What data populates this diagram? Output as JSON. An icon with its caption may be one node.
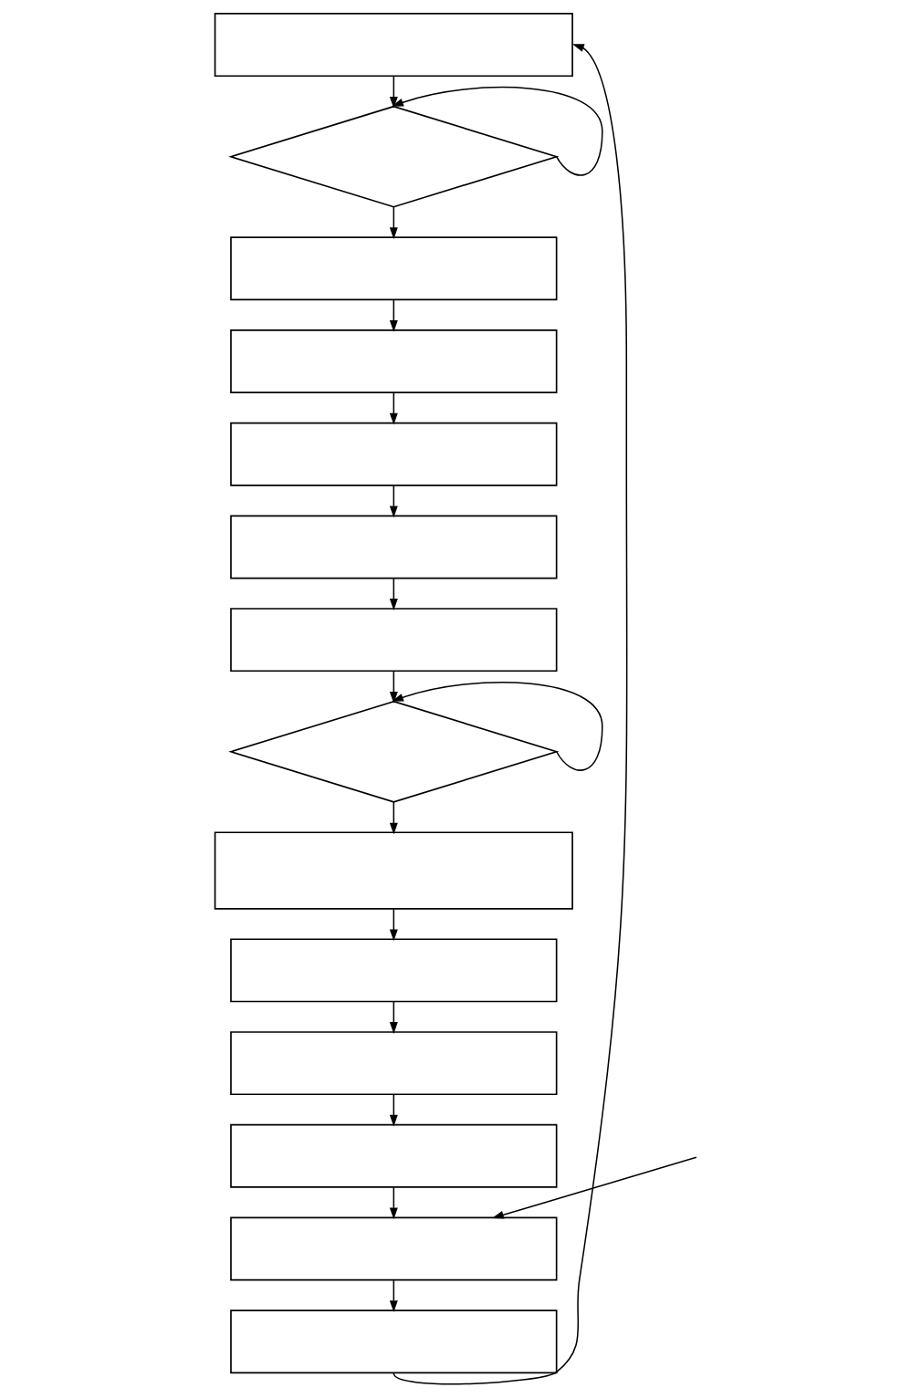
{
  "diagram": {
    "nodes": [
      {
        "text": [],
        "shape": "box"
      },
      {
        "text": [],
        "shape": "diamond"
      },
      {
        "text": [],
        "shape": "box"
      },
      {
        "text": [],
        "shape": "box"
      },
      {
        "text": [],
        "shape": "box"
      },
      {
        "text": [],
        "shape": "box"
      },
      {
        "text": [],
        "shape": "box"
      },
      {
        "text": [],
        "shape": "diamond"
      },
      {
        "text": [],
        "shape": "box"
      },
      {
        "text": [],
        "shape": "box"
      },
      {
        "text": [],
        "shape": "box"
      },
      {
        "text": [],
        "shape": "box"
      },
      {
        "text": [],
        "shape": "box"
      },
      {
        "text": [],
        "shape": "box"
      }
    ],
    "edges": [
      {
        "from": 0,
        "to": 1,
        "arrow": "to"
      },
      {
        "from": 1,
        "to": 1,
        "arrow": "to"
      },
      {
        "from": 1,
        "to": 2,
        "arrow": "to"
      },
      {
        "from": 2,
        "to": 3,
        "arrow": "to"
      },
      {
        "from": 3,
        "to": 4,
        "arrow": "to"
      },
      {
        "from": 4,
        "to": 5,
        "arrow": "to"
      },
      {
        "from": 5,
        "to": 6,
        "arrow": "to"
      },
      {
        "from": 6,
        "to": 7,
        "arrow": "to"
      },
      {
        "from": 7,
        "to": 7,
        "arrow": "to"
      },
      {
        "from": 7,
        "to": 8,
        "arrow": "to"
      },
      {
        "from": 8,
        "to": 9,
        "arrow": "to"
      },
      {
        "from": 9,
        "to": 10,
        "arrow": "to"
      },
      {
        "from": 10,
        "to": 11,
        "arrow": "to"
      },
      {
        "from": 11,
        "to": 12,
        "arrow": "to"
      },
      {
        "from": null,
        "to": 12,
        "arrow": "to"
      },
      {
        "from": 12,
        "to": 13,
        "arrow": "to"
      },
      {
        "from": 13,
        "to": 0,
        "arrow": "to"
      }
    ]
  }
}
